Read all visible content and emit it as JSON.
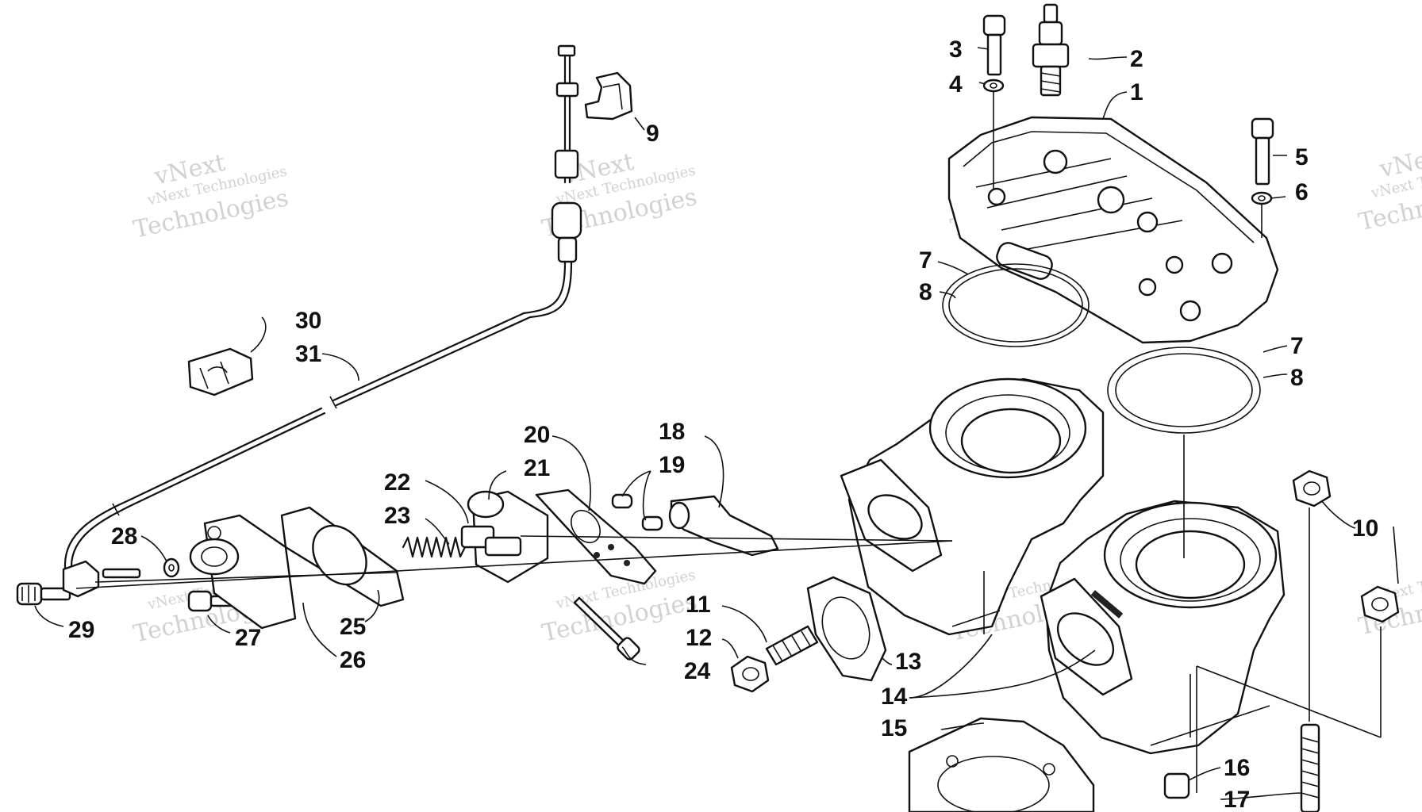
{
  "watermark": {
    "line1": "vNext",
    "line2": "vNext Technologies",
    "line3": "Technologies"
  },
  "callouts": [
    {
      "id": "1",
      "label": "1"
    },
    {
      "id": "2",
      "label": "2"
    },
    {
      "id": "3",
      "label": "3"
    },
    {
      "id": "4",
      "label": "4"
    },
    {
      "id": "5",
      "label": "5"
    },
    {
      "id": "6",
      "label": "6"
    },
    {
      "id": "7a",
      "label": "7"
    },
    {
      "id": "8a",
      "label": "8"
    },
    {
      "id": "7b",
      "label": "7"
    },
    {
      "id": "8b",
      "label": "8"
    },
    {
      "id": "9",
      "label": "9"
    },
    {
      "id": "10",
      "label": "10"
    },
    {
      "id": "11",
      "label": "11"
    },
    {
      "id": "12",
      "label": "12"
    },
    {
      "id": "13",
      "label": "13"
    },
    {
      "id": "14",
      "label": "14"
    },
    {
      "id": "15",
      "label": "15"
    },
    {
      "id": "16",
      "label": "16"
    },
    {
      "id": "17",
      "label": "17"
    },
    {
      "id": "18",
      "label": "18"
    },
    {
      "id": "19",
      "label": "19"
    },
    {
      "id": "20",
      "label": "20"
    },
    {
      "id": "21",
      "label": "21"
    },
    {
      "id": "22",
      "label": "22"
    },
    {
      "id": "23",
      "label": "23"
    },
    {
      "id": "24",
      "label": "24"
    },
    {
      "id": "25",
      "label": "25"
    },
    {
      "id": "26",
      "label": "26"
    },
    {
      "id": "27",
      "label": "27"
    },
    {
      "id": "28",
      "label": "28"
    },
    {
      "id": "29",
      "label": "29"
    },
    {
      "id": "30",
      "label": "30"
    },
    {
      "id": "31",
      "label": "31"
    }
  ]
}
